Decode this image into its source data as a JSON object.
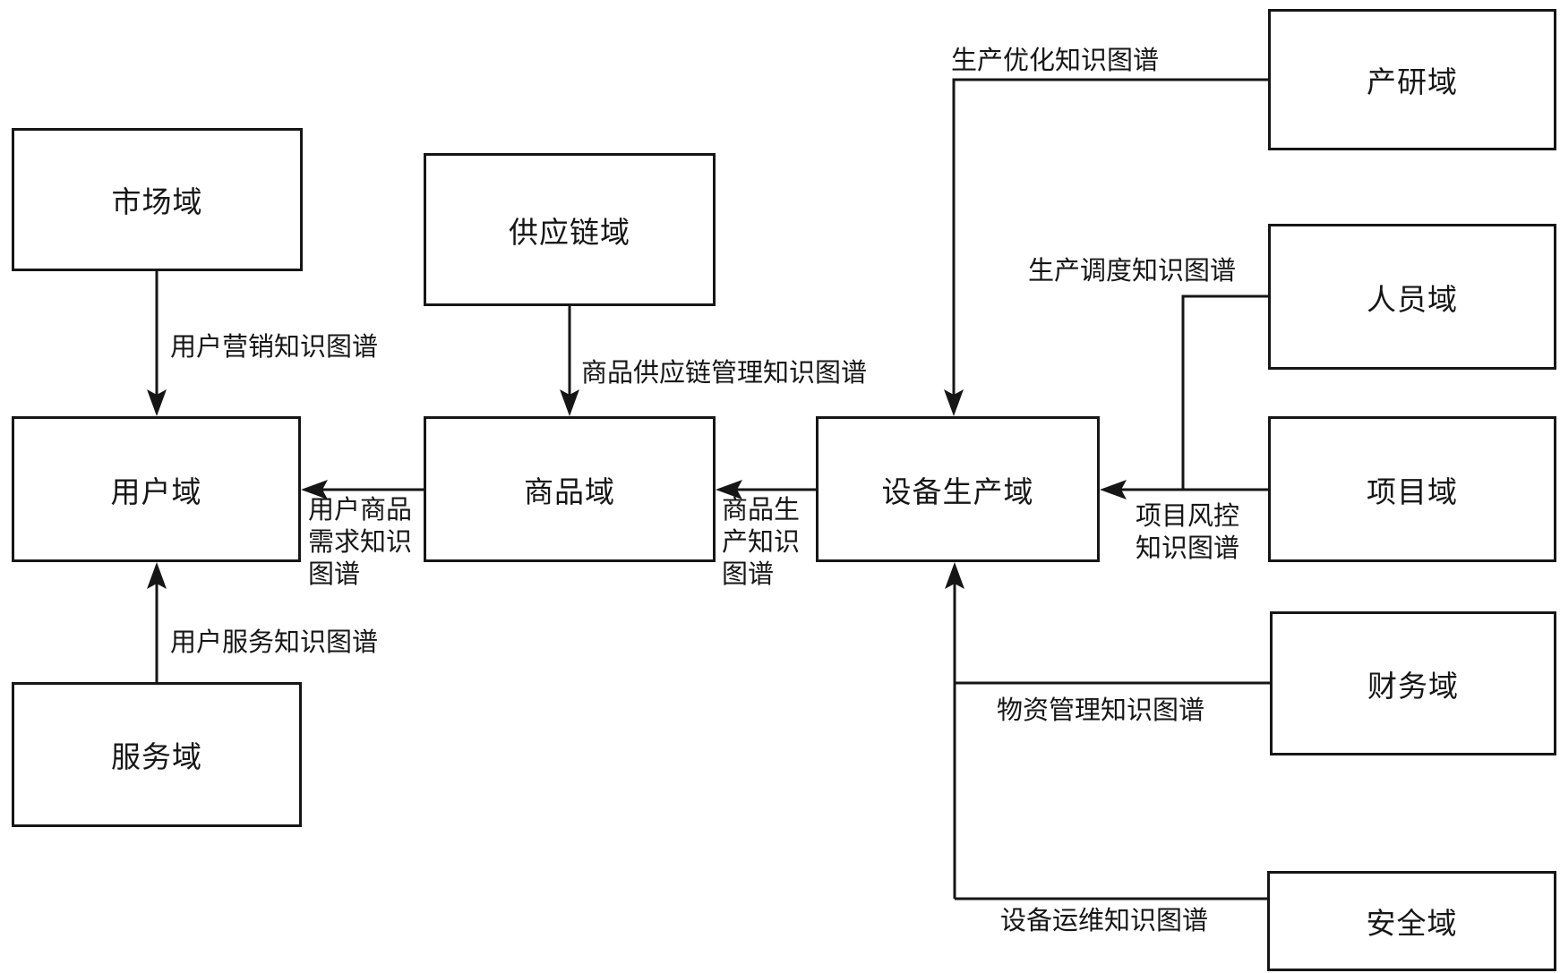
{
  "diagram": {
    "description": "Domain knowledge-graph relationship diagram",
    "colors": {
      "background": "#ffffff",
      "line": "#161616",
      "box_border": "#161616",
      "text": "#161616"
    },
    "nodes": [
      {
        "id": "market-domain",
        "label": "市场域"
      },
      {
        "id": "supply-chain-domain",
        "label": "供应链域"
      },
      {
        "id": "product-research-domain",
        "label": "产研域"
      },
      {
        "id": "personnel-domain",
        "label": "人员域"
      },
      {
        "id": "user-domain",
        "label": "用户域"
      },
      {
        "id": "commodity-domain",
        "label": "商品域"
      },
      {
        "id": "equipment-production-domain",
        "label": "设备生产域"
      },
      {
        "id": "project-domain",
        "label": "项目域"
      },
      {
        "id": "finance-domain",
        "label": "财务域"
      },
      {
        "id": "service-domain",
        "label": "服务域"
      },
      {
        "id": "security-domain",
        "label": "安全域"
      }
    ],
    "edges": [
      {
        "from": "market-domain",
        "to": "user-domain",
        "label": "用户营销知识图谱"
      },
      {
        "from": "supply-chain-domain",
        "to": "commodity-domain",
        "label": "商品供应链管理知识图谱"
      },
      {
        "from": "service-domain",
        "to": "user-domain",
        "label": "用户服务知识图谱"
      },
      {
        "from": "commodity-domain",
        "to": "user-domain",
        "label": "用户商品\n需求知识\n图谱"
      },
      {
        "from": "equipment-production-domain",
        "to": "commodity-domain",
        "label": "商品生\n产知识\n图谱"
      },
      {
        "from": "product-research-domain",
        "to": "equipment-production-domain",
        "label": "生产优化知识图谱"
      },
      {
        "from": "personnel-domain",
        "to": "equipment-production-domain",
        "label": "生产调度知识图谱"
      },
      {
        "from": "project-domain",
        "to": "equipment-production-domain",
        "label": "项目风控\n知识图谱"
      },
      {
        "from": "finance-domain",
        "to": "equipment-production-domain",
        "label": "物资管理知识图谱"
      },
      {
        "from": "security-domain",
        "to": "equipment-production-domain",
        "label": "设备运维知识图谱"
      }
    ]
  }
}
